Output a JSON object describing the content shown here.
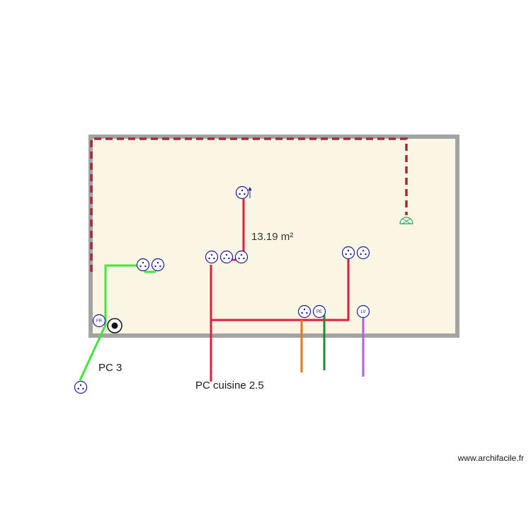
{
  "room": {
    "area_label": "13.19 m²"
  },
  "labels": {
    "pc3": "PC 3",
    "pc_cuisine": "PC cuisine 2.5"
  },
  "symbols": {
    "fridge": "FR",
    "dishwasher": "PE",
    "washing_machine": "LV"
  },
  "watermark": "www.archifacile.fr",
  "colors": {
    "room_fill": "#fbf6e3",
    "wall": "#a3a3a3",
    "dashed_circuit": "#a8283a",
    "red_circuit": "#e31c3d",
    "green_circuit": "#3ee83a",
    "orange_circuit": "#d97a1e",
    "dark_green_circuit": "#1e8a33",
    "purple_circuit": "#b061dc",
    "outlet_stroke": "#1a1a9a",
    "light_symbol": "#2aa845"
  }
}
